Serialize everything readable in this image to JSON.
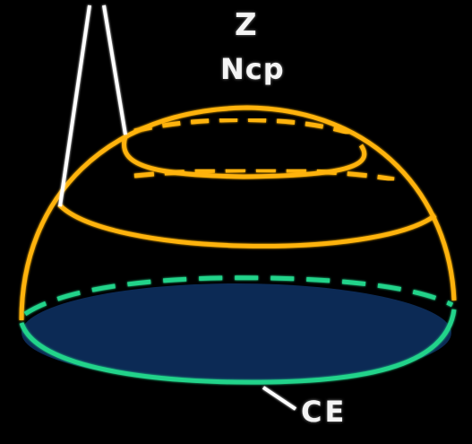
{
  "labels": {
    "zenith": "Z",
    "north_celestial_pole": "Ncp",
    "celestial_equator": "CE"
  },
  "colors": {
    "background": "#000000",
    "hemisphere_outline": "#ffb30f",
    "equator_line": "#22d38a",
    "base_fill": "#0c2a55",
    "pointer_line": "#ffffff"
  }
}
